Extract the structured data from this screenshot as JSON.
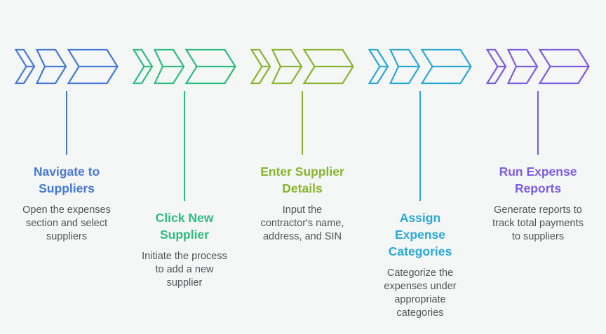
{
  "background": "#f5f6f6",
  "text_color": "#525456",
  "steps": [
    {
      "title": "Navigate to Suppliers",
      "description": "Open the expenses section and select suppliers",
      "accent": "#4579d6",
      "icon": "triple-chevron-arrow",
      "connector": "short"
    },
    {
      "title": "Click New Supplier",
      "description": "Initiate the process to add a new supplier",
      "accent": "#2cbd81",
      "icon": "triple-chevron-arrow",
      "connector": "long"
    },
    {
      "title": "Enter Supplier Details",
      "description": "Input the contractor's name, address, and SIN",
      "accent": "#87b62d",
      "icon": "triple-chevron-arrow",
      "connector": "short"
    },
    {
      "title": "Assign Expense Categories",
      "description": "Categorize the expenses under appropriate categories",
      "accent": "#29a9d9",
      "icon": "triple-chevron-arrow",
      "connector": "long"
    },
    {
      "title": "Run Expense Reports",
      "description": "Generate reports to track total payments to suppliers",
      "accent": "#7b5de2",
      "icon": "triple-chevron-arrow",
      "connector": "short"
    }
  ]
}
